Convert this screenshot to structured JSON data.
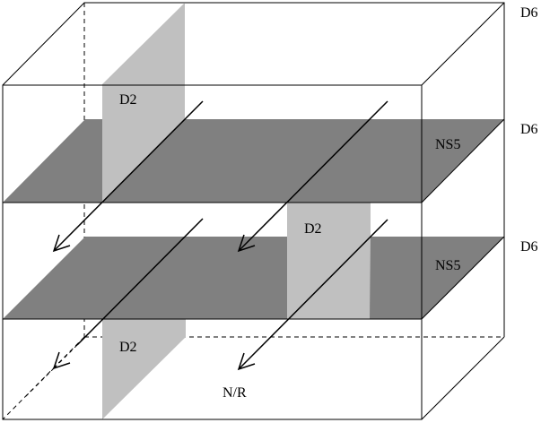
{
  "labels": {
    "d6_top": "D6",
    "d6_middle": "D6",
    "d6_bottom": "D6",
    "ns5_upper": "NS5",
    "ns5_lower": "NS5",
    "d2_top": "D2",
    "d2_middle": "D2",
    "d2_bottom": "D2",
    "nr": "N/R"
  },
  "colors": {
    "ns5_plane": "#808080",
    "d2_plane": "#c0c0c0",
    "lines": "#000000",
    "background": "#ffffff"
  }
}
